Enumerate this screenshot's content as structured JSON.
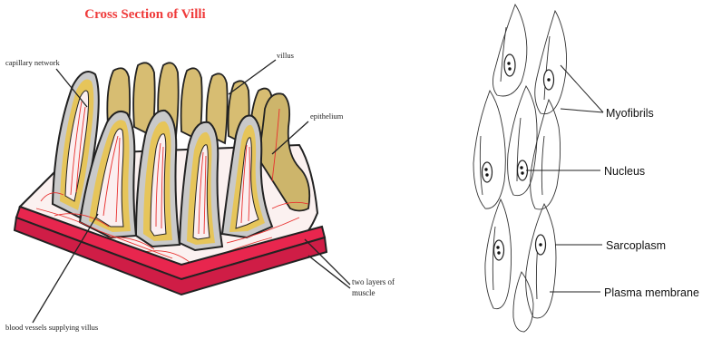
{
  "villi_diagram": {
    "title": "Cross Section of Villi",
    "labels": {
      "capillary": "capillary network",
      "villus": "villus",
      "epithelium": "epithelium",
      "muscle_line1": "two layers of",
      "muscle_line2": "muscle",
      "blood_vessels": "blood vessels supplying villus"
    },
    "colors": {
      "villus_fill": "#e6c55a",
      "villus_back_fill": "#d7bd72",
      "muscle_top": "#e8264e",
      "muscle_bottom": "#cf1d46",
      "capillary": "#e8302e",
      "title": "#ef3b3b"
    }
  },
  "muscle_diagram": {
    "labels": {
      "myofibrils": "Myofibrils",
      "nucleus": "Nucleus",
      "sarcoplasm": "Sarcoplasm",
      "plasma_membrane": "Plasma membrane"
    }
  }
}
